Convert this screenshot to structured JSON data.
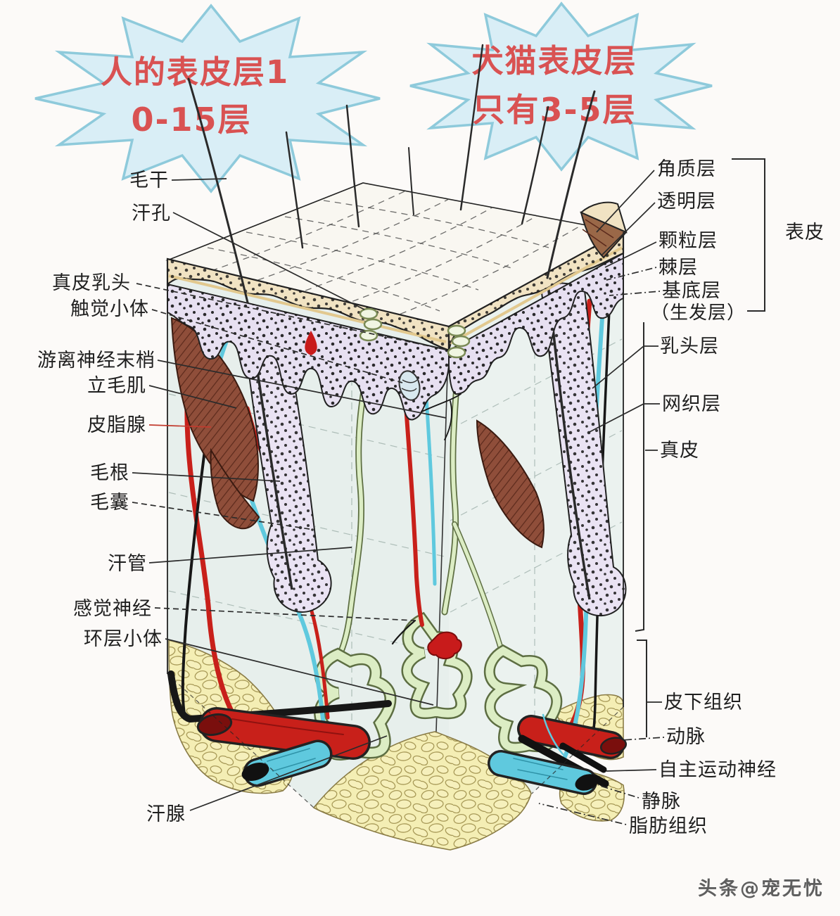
{
  "callouts": {
    "left": {
      "line1": "人的表皮层1",
      "line2": "0-15层"
    },
    "right": {
      "line1": "犬猫表皮层",
      "line2": "只有3-5层"
    }
  },
  "labels_left": [
    {
      "id": "hair-shaft",
      "text": "毛干"
    },
    {
      "id": "sweat-pore",
      "text": "汗孔"
    },
    {
      "id": "dermal-papilla",
      "text": "真皮乳头"
    },
    {
      "id": "tactile-corpuscle",
      "text": "触觉小体"
    },
    {
      "id": "free-nerve-endings",
      "text": "游离神经末梢"
    },
    {
      "id": "arrector-pili",
      "text": "立毛肌"
    },
    {
      "id": "sebaceous-gland",
      "text": "皮脂腺"
    },
    {
      "id": "hair-root",
      "text": "毛根"
    },
    {
      "id": "hair-follicle",
      "text": "毛囊"
    },
    {
      "id": "sweat-duct",
      "text": "汗管"
    },
    {
      "id": "sensory-nerve",
      "text": "感觉神经"
    },
    {
      "id": "lamellar-corpuscle",
      "text": "环层小体"
    },
    {
      "id": "sweat-gland",
      "text": "汗腺"
    }
  ],
  "labels_right": [
    {
      "id": "stratum-corneum",
      "text": "角质层"
    },
    {
      "id": "stratum-lucidum",
      "text": "透明层"
    },
    {
      "id": "stratum-granulosum",
      "text": "颗粒层"
    },
    {
      "id": "stratum-spinosum",
      "text": "棘层"
    },
    {
      "id": "stratum-basale",
      "text": "基底层"
    },
    {
      "id": "stratum-basale-alt",
      "text": "（生发层）"
    },
    {
      "id": "epidermis",
      "text": "表皮"
    },
    {
      "id": "papillary-layer",
      "text": "乳头层"
    },
    {
      "id": "reticular-layer",
      "text": "网织层"
    },
    {
      "id": "dermis",
      "text": "真皮"
    },
    {
      "id": "subcutaneous-tissue",
      "text": "皮下组织"
    },
    {
      "id": "artery",
      "text": "动脉"
    },
    {
      "id": "autonomic-motor-nerve",
      "text": "自主运动神经"
    },
    {
      "id": "vein",
      "text": "静脉"
    },
    {
      "id": "adipose-tissue",
      "text": "脂肪组织"
    }
  ],
  "watermark": "头条@宠无忧",
  "colors": {
    "callout_text": "#d95252",
    "starburst_fill": "#d9eef6",
    "starburst_stroke": "#8ecadb",
    "epidermis_cream": "#f1e3c3",
    "papillary_lavender": "#e7e0f1",
    "dermis_face": "#e7efec",
    "fat_yellow": "#f4eeb4",
    "sweat_gland_green": "#dcedc4",
    "artery_red": "#c8201a",
    "vein_cyan": "#5fc9de",
    "nerve_black": "#171717",
    "sebaceous_brown": "#8f4e3a"
  }
}
